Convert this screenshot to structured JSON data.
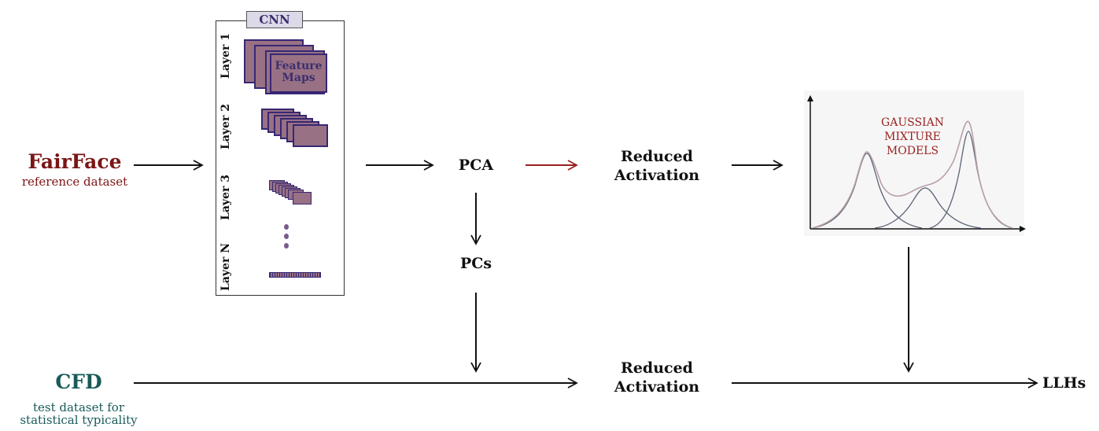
{
  "fairface": {
    "name": "FairFace",
    "subtitle": "reference dataset",
    "color": "#7a1515"
  },
  "cfd": {
    "name": "CFD",
    "subtitle_line1": "test dataset for",
    "subtitle_line2": "statistical typicality",
    "color": "#1a5a5a"
  },
  "cnn": {
    "title": "CNN",
    "layers": [
      "Layer 1",
      "Layer 2",
      "Layer 3",
      "Layer N"
    ],
    "feature_maps_line1": "Feature",
    "feature_maps_line2": "Maps",
    "fill_color": "#987184",
    "border_color": "#372774"
  },
  "nodes": {
    "pca": "PCA",
    "pcs": "PCs",
    "reduced_top_line1": "Reduced",
    "reduced_top_line2": "Activation",
    "reduced_bottom_line1": "Reduced",
    "reduced_bottom_line2": "Activation",
    "llhs": "LLHs"
  },
  "gmm": {
    "title_line1": "GAUSSIAN",
    "title_line2": "MIXTURE",
    "title_line3": "MODELS",
    "title_color": "#9a1f1f"
  },
  "colors": {
    "arrow": "#111111",
    "arrow_accent": "#9a1f1f"
  }
}
